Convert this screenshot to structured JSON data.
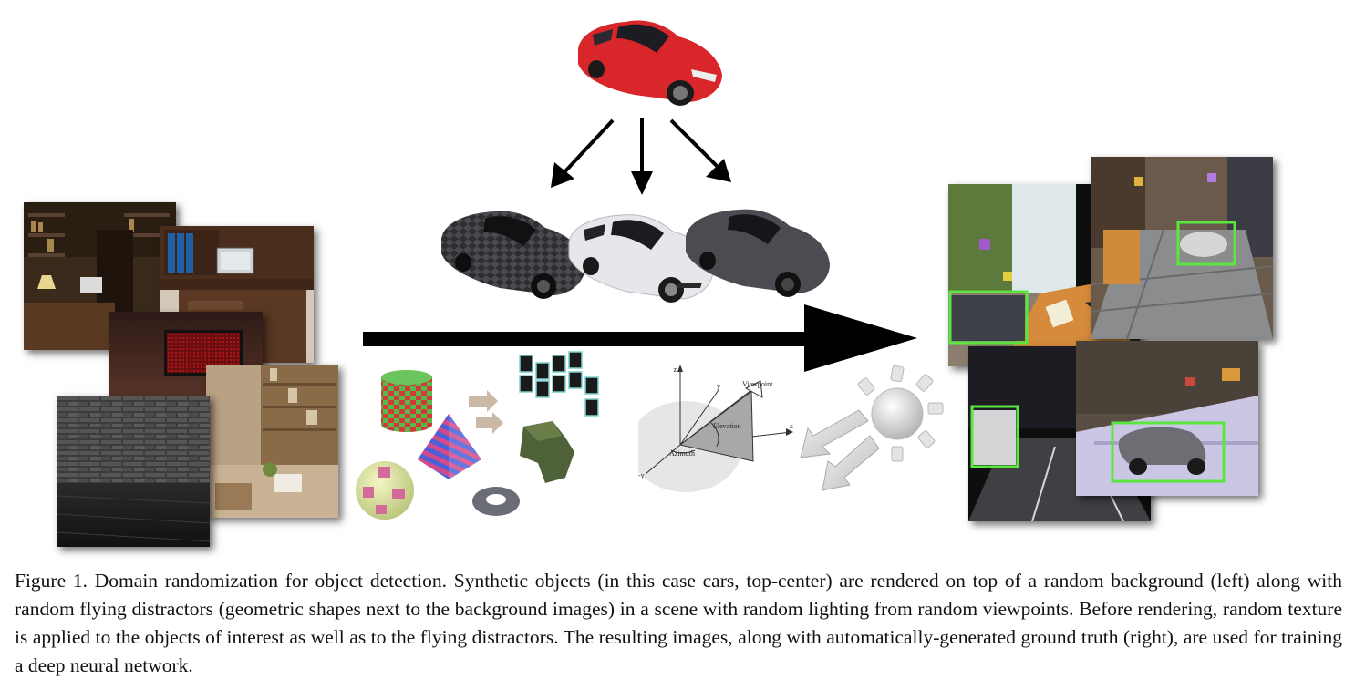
{
  "caption": {
    "text": "Figure 1. Domain randomization for object detection.  Synthetic objects (in this case cars, top-center) are rendered on top of a random background (left) along with random flying distractors (geometric shapes next to the background images) in a scene with random lighting from random viewpoints.  Before rendering, random texture is applied to the objects of interest as well as to the flying distractors.  The resulting images, along with automatically-generated ground truth (right), are used for training a deep neural network."
  },
  "viewpoint_diagram": {
    "axis_z": "z",
    "axis_y": "y",
    "axis_x": "x",
    "axis_neg_y": "-y",
    "viewpoint_label": "Viewpoint",
    "elevation_label": "Elevation",
    "azimuth_label": "Azimuth"
  },
  "colors": {
    "detection_box": "#5ce640",
    "red_car": "#d8262b",
    "arrow": "#000000"
  }
}
